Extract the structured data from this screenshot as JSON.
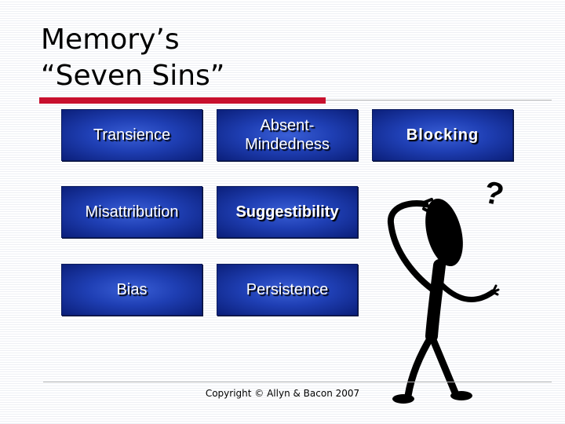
{
  "slide": {
    "title_lines": [
      "Memory’s",
      "“Seven Sins”"
    ],
    "boxes": {
      "transience": "Transience",
      "absent_mindedness": "Absent-\nMindedness",
      "blocking": "Blocking",
      "misattribution": "Misattribution",
      "suggestibility": "Suggestibility",
      "bias": "Bias",
      "persistence": "Persistence"
    },
    "figure_mark": "?",
    "copyright": "Copyright © Allyn & Bacon 2007"
  },
  "colors": {
    "box_center": "#3a5fd6",
    "box_edge": "#0b1f7a",
    "accent_red": "#c8102e",
    "rule_gray": "#b8b8b8"
  },
  "icons": {
    "figure": "confused-stick-figure-icon"
  }
}
